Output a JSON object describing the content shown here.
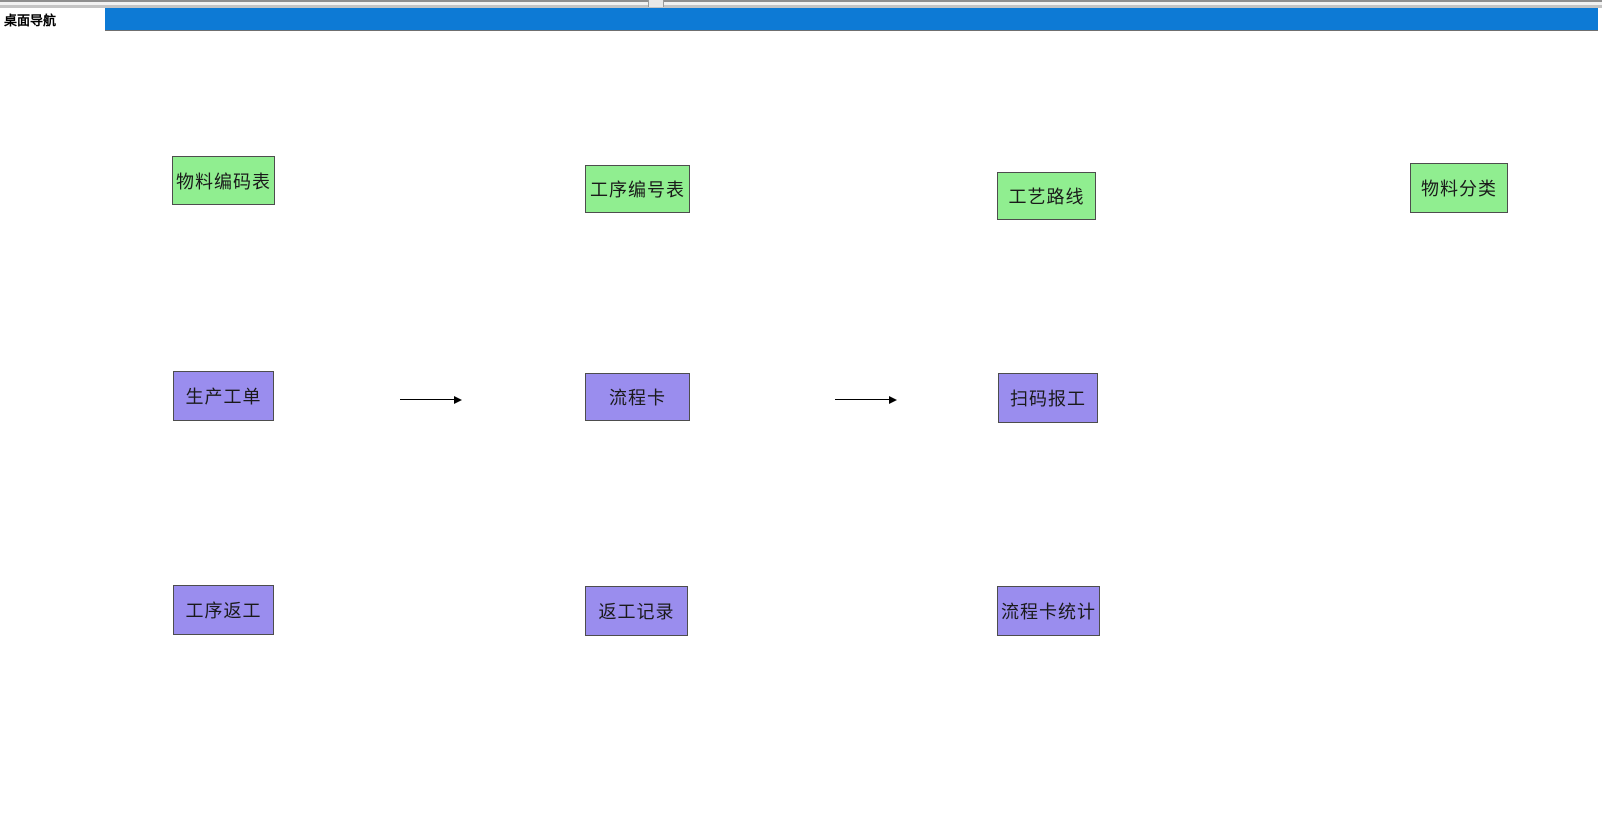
{
  "window": {
    "tab_label": "桌面导航"
  },
  "colors": {
    "titlebar_blue": "#0d7ad5",
    "green_node": "#90ee90",
    "purple_node": "#9a8dee",
    "node_border": "#4d4d4d",
    "arrow_black": "#000000"
  },
  "nodes": [
    {
      "label": "物料编码表",
      "color": "green"
    },
    {
      "label": "工序编号表",
      "color": "green"
    },
    {
      "label": "工艺路线",
      "color": "green"
    },
    {
      "label": "物料分类",
      "color": "green"
    },
    {
      "label": "生产工单",
      "color": "purple"
    },
    {
      "label": "流程卡",
      "color": "purple"
    },
    {
      "label": "扫码报工",
      "color": "purple"
    },
    {
      "label": "工序返工",
      "color": "purple"
    },
    {
      "label": "返工记录",
      "color": "purple"
    },
    {
      "label": "流程卡统计",
      "color": "purple"
    }
  ],
  "flow_arrows": [
    {
      "from": "生产工单",
      "to": "流程卡"
    },
    {
      "from": "流程卡",
      "to": "扫码报工"
    }
  ]
}
